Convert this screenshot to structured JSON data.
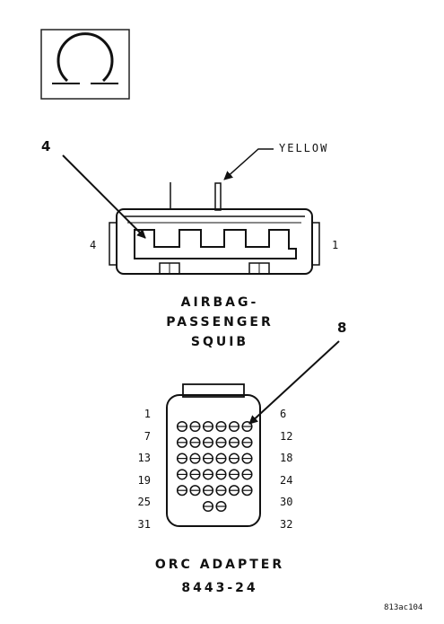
{
  "symbol": {
    "icon": "connector-symbol-icon"
  },
  "squib": {
    "callout": "4",
    "wire_color": "YELLOW",
    "pin_left": "4",
    "pin_right": "1",
    "title_lines": [
      "AIRBAG-",
      "PASSENGER",
      "SQUIB"
    ]
  },
  "adapter": {
    "callout": "8",
    "left_pins": [
      "1",
      "7",
      "13",
      "19",
      "25",
      "31"
    ],
    "right_pins": [
      "6",
      "12",
      "18",
      "24",
      "30",
      "32"
    ],
    "title_lines": [
      "ORC ADAPTER",
      "8443-24"
    ]
  },
  "figure_id": "813ac104",
  "colors": {
    "ink": "#111111",
    "paper": "#ffffff"
  }
}
